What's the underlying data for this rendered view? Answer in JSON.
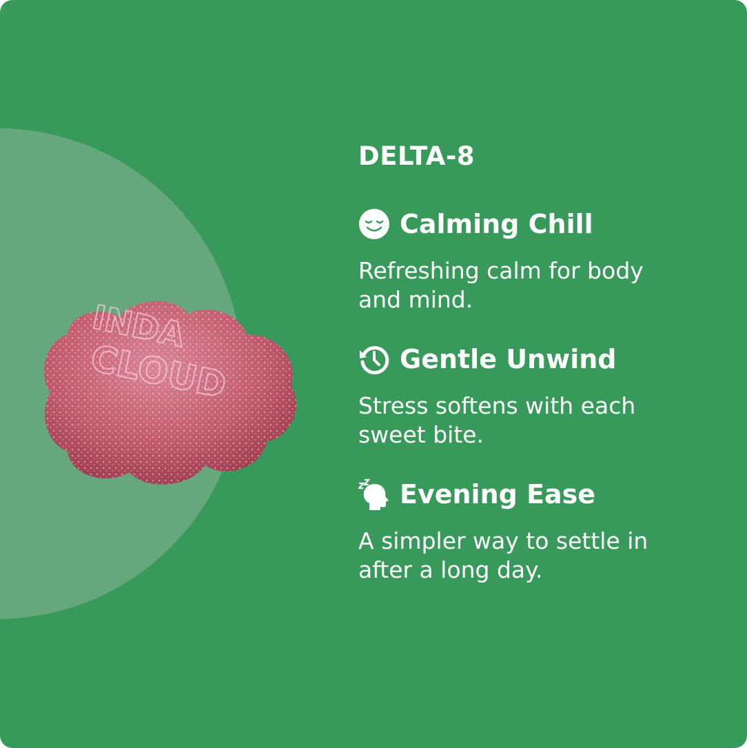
{
  "product": {
    "category": "DELTA-8",
    "image_logo_text": "INDA CLOUD"
  },
  "features": [
    {
      "icon": "relieved-face-icon",
      "title": "Calming Chill",
      "description": "Refreshing calm for body and mind."
    },
    {
      "icon": "history-clock-icon",
      "title": "Gentle Unwind",
      "description": "Stress softens with each sweet bite."
    },
    {
      "icon": "sleeping-head-icon",
      "title": "Evening Ease",
      "description": "A simpler way to settle in after a long day."
    }
  ],
  "colors": {
    "background": "#389a5a",
    "halo": "#66a77d",
    "gummy": "#c25a6e",
    "text": "#ffffff"
  }
}
